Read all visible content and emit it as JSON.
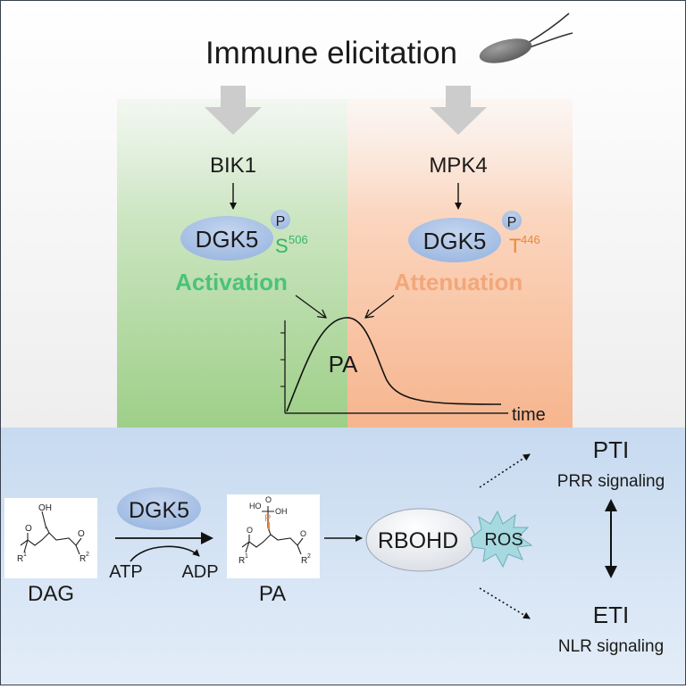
{
  "colors": {
    "activation": "#4bc27a",
    "attenuation": "#f2a77a",
    "phospho_s": "#33b766",
    "phospho_t": "#e8873c",
    "oval_fill": "#a9c1e6",
    "bottom_bg": "#c9dcf1",
    "ros_fill": "#a7d9e0"
  },
  "top": {
    "title": "Immune elicitation",
    "left": {
      "kinase": "BIK1",
      "enzyme": "DGK5",
      "phospho": "P",
      "site_letter": "S",
      "site_number": "506",
      "effect": "Activation"
    },
    "right": {
      "kinase": "MPK4",
      "enzyme": "DGK5",
      "phospho": "P",
      "site_letter": "T",
      "site_number": "446",
      "effect": "Attenuation"
    },
    "curve": {
      "label": "PA",
      "xlabel": "time"
    }
  },
  "bottom": {
    "substrate": "DAG",
    "enzyme": "DGK5",
    "atp": "ATP",
    "adp": "ADP",
    "product": "PA",
    "oxidase": "RBOHD",
    "ros": "ROS",
    "pti": "PTI",
    "pti_sub": "PRR signaling",
    "eti": "ETI",
    "eti_sub": "NLR signaling",
    "dag_struct": {
      "oh": "OH",
      "r1": "R",
      "r1_sup": "1",
      "r2": "R",
      "r2_sup": "2",
      "o": "O"
    },
    "pa_struct": {
      "ho": "HO",
      "p": "P",
      "oh": "OH",
      "o": "O",
      "r1": "R",
      "r1_sup": "1",
      "r2": "R",
      "r2_sup": "2"
    }
  }
}
